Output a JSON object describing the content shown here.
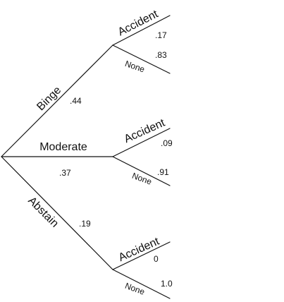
{
  "tree": {
    "branches": [
      {
        "label": "Binge",
        "probability": ".44",
        "outcomes": [
          {
            "label": "Accident",
            "probability": ".17"
          },
          {
            "label": "None",
            "probability": ".83"
          }
        ]
      },
      {
        "label": "Moderate",
        "probability": ".37",
        "outcomes": [
          {
            "label": "Accident",
            "probability": ".09"
          },
          {
            "label": "None",
            "probability": ".91"
          }
        ]
      },
      {
        "label": "Abstain",
        "probability": ".19",
        "outcomes": [
          {
            "label": "Accident",
            "probability": "0"
          },
          {
            "label": "None",
            "probability": "1.0"
          }
        ]
      }
    ],
    "colors": {
      "line": "#111111",
      "text": "#111111",
      "background": "#ffffff"
    }
  }
}
